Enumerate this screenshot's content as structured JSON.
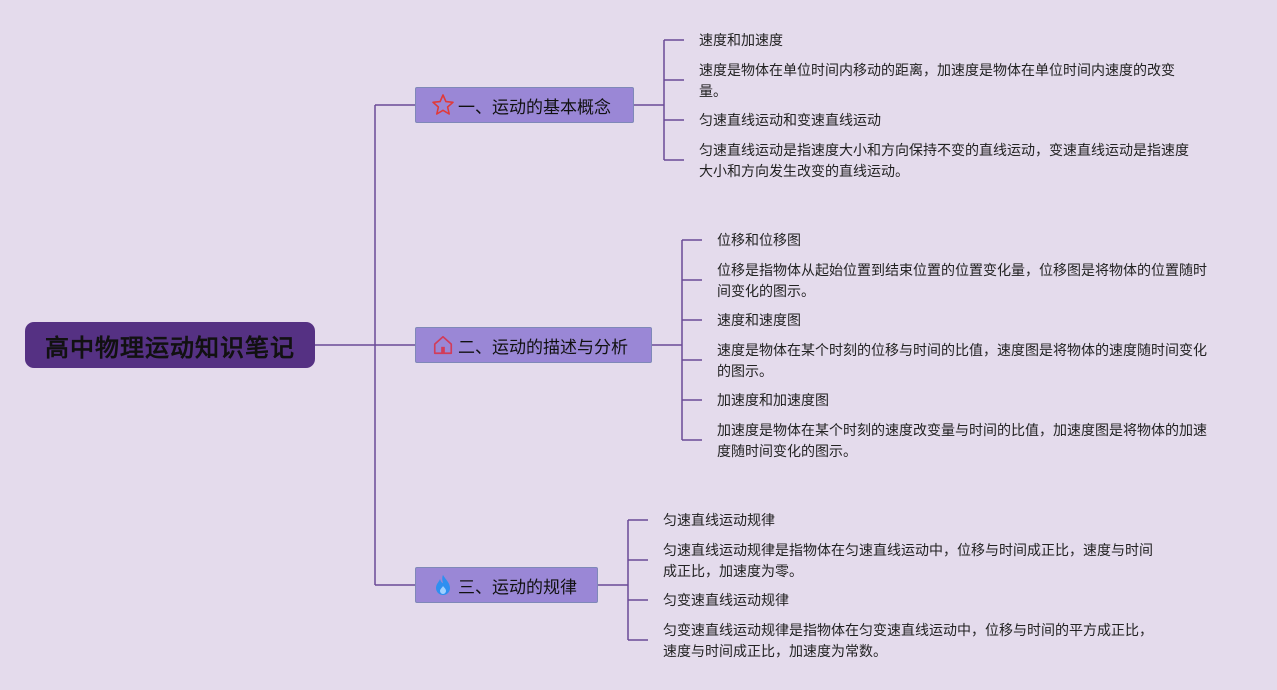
{
  "root": {
    "title": "高中物理运动知识笔记"
  },
  "branches": [
    {
      "label": "一、运动的基本概念",
      "icon": "star-icon",
      "leaves": [
        "速度和加速度",
        [
          "速度是物体在单位时间内移动的距离，加速度是物体在单位时间内速度的改变",
          "量。"
        ],
        "匀速直线运动和变速直线运动",
        [
          "匀速直线运动是指速度大小和方向保持不变的直线运动，变速直线运动是指速度",
          "大小和方向发生改变的直线运动。"
        ]
      ]
    },
    {
      "label": "二、运动的描述与分析",
      "icon": "house-icon",
      "leaves": [
        "位移和位移图",
        [
          "位移是指物体从起始位置到结束位置的位置变化量，位移图是将物体的位置随时",
          "间变化的图示。"
        ],
        "速度和速度图",
        [
          "速度是物体在某个时刻的位移与时间的比值，速度图是将物体的速度随时间变化",
          "的图示。"
        ],
        "加速度和加速度图",
        [
          "加速度是物体在某个时刻的速度改变量与时间的比值，加速度图是将物体的加速",
          "度随时间变化的图示。"
        ]
      ]
    },
    {
      "label": "三、运动的规律",
      "icon": "flame-icon",
      "leaves": [
        "匀速直线运动规律",
        [
          "匀速直线运动规律是指物体在匀速直线运动中，位移与时间成正比，速度与时间",
          "成正比，加速度为零。"
        ],
        "匀变速直线运动规律",
        [
          "匀变速直线运动规律是指物体在匀变速直线运动中，位移与时间的平方成正比，",
          "速度与时间成正比，加速度为常数。"
        ]
      ]
    }
  ],
  "colors": {
    "background": "#e4dbec",
    "root": "#553183",
    "branch": "#9a87d6",
    "line": "#6a4a96"
  }
}
